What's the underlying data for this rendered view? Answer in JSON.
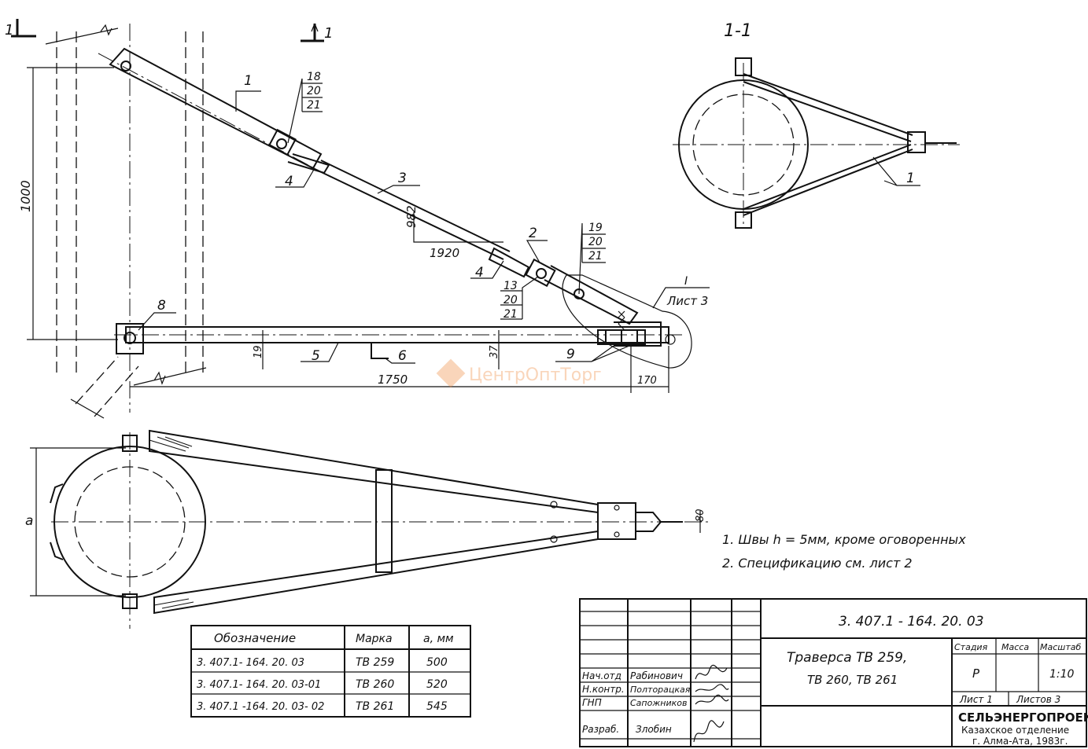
{
  "labels": {
    "section_left": "1",
    "section_top": "1",
    "section_view": "1-1",
    "callout_1": "1",
    "callout_2": "2",
    "callout_3": "3",
    "callout_4a": "4",
    "callout_4b": "4",
    "callout_5": "5",
    "callout_6": "6",
    "callout_8": "8",
    "callout_9": "9",
    "callout_1_section": "1",
    "stack_top": [
      "18",
      "20",
      "21"
    ],
    "stack_mid": [
      "19",
      "20",
      "21"
    ],
    "stack_low": [
      "13",
      "20",
      "21"
    ],
    "detail_ref": "I",
    "detail_sheet": "Лист 3",
    "dim_1000": "1000",
    "dim_982": "982",
    "dim_1920": "1920",
    "dim_19": "19",
    "dim_37": "37",
    "dim_1750": "1750",
    "dim_170": "170",
    "dim_80": "80",
    "dim_a": "a",
    "watermark": "ЦентрОптТорг"
  },
  "notes": [
    "1. Швы h = 5мм, кроме оговоренных",
    "2. Спецификацию   см. лист 2"
  ],
  "spec_table": {
    "headers": [
      "Обозначение",
      "Марка",
      "a, мм"
    ],
    "rows": [
      [
        "3. 407.1- 164. 20. 03",
        "ТВ 259",
        "500"
      ],
      [
        "3. 407.1- 164. 20. 03-01",
        "ТВ 260",
        "520"
      ],
      [
        "3. 407.1 -164. 20. 03- 02",
        "ТВ 261",
        "545"
      ]
    ]
  },
  "title_block": {
    "doc_code": "3. 407.1 - 164. 20. 03",
    "title_line1": "Траверса  ТВ 259,",
    "title_line2": "ТВ 260, ТВ 261",
    "col_stage": "Стадия",
    "col_mass": "Масса",
    "col_scale": "Масштаб",
    "stage": "Р",
    "scale": "1:10",
    "sheet": "Лист 1",
    "sheets": "Листов 3",
    "roles": [
      {
        "role": "Нач.отд",
        "name": "Рабинович"
      },
      {
        "role": "Н.контр.",
        "name": "Полторацкая"
      },
      {
        "role": "ГНП",
        "name": "Сапожников"
      },
      {
        "role": "Разраб.",
        "name": "Злобин"
      }
    ],
    "org_line1": "СЕЛЬЭНЕРГОПРОЕКТ",
    "org_line2": "Казахское отделение",
    "org_line3": "г. Алма-Ата, 1983г."
  }
}
